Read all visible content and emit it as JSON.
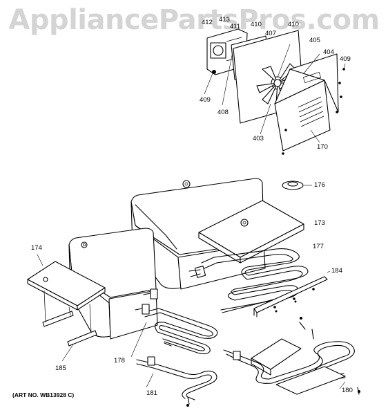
{
  "watermark": "AppliancePartsPros.com",
  "art_number": "(ART NO. WB13928 C)",
  "callouts": {
    "c413": "413",
    "c411": "411",
    "c412": "412",
    "c410": "410",
    "c407": "407",
    "c408": "408",
    "c409a": "409",
    "c409b": "409",
    "c405": "405",
    "c404": "404",
    "c403": "403",
    "c170": "170",
    "c176": "176",
    "c173": "173",
    "c177": "177",
    "c174": "174",
    "c184": "184",
    "c178": "178",
    "c185": "185",
    "c181": "181",
    "c180": "180"
  }
}
